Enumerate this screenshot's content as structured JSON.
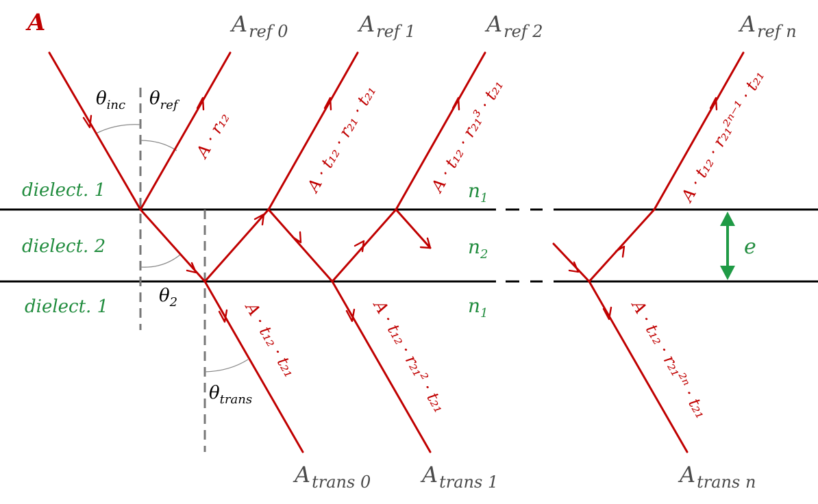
{
  "labels": {
    "incident": "A",
    "ref0_main": "A",
    "ref0_sub": "ref 0",
    "ref1_main": "A",
    "ref1_sub": "ref 1",
    "ref2_main": "A",
    "ref2_sub": "ref 2",
    "refn_main": "A",
    "refn_sub": "ref n",
    "trans0_main": "A",
    "trans0_sub": "trans 0",
    "trans1_main": "A",
    "trans1_sub": "trans 1",
    "transn_main": "A",
    "transn_sub": "trans n"
  },
  "angles": {
    "inc_main": "θ",
    "inc_sub": "inc",
    "ref_main": "θ",
    "ref_sub": "ref",
    "two_main": "θ",
    "two_sub": "2",
    "trans_main": "θ",
    "trans_sub": "trans"
  },
  "media": {
    "top_left": "dielect. 1",
    "middle_left": "dielect. 2",
    "bottom_left": "dielect. 1",
    "n_top": "n",
    "n_top_sub": "1",
    "n_mid": "n",
    "n_mid_sub": "2",
    "n_bot": "n",
    "n_bot_sub": "1",
    "thickness": "e"
  },
  "amplitudes": {
    "r12": "A · r₁₂",
    "ref1": "A · t₁₂ · r₂₁ · t₂₁",
    "ref2": "A · t₁₂ · r₂₁³ · t₂₁",
    "refn": "A · t₁₂ · r₂₁²ⁿ⁻¹ · t₂₁",
    "trans0": "A · t₁₂ · t₂₁",
    "trans1": "A · t₁₂ · r₂₁² · t₂₁",
    "transn": "A · t₁₂ · r₂₁²ⁿ · t₂₁"
  },
  "colors": {
    "beam": "#c00000",
    "interface": "#000000",
    "medium_label": "#218c3e",
    "amplitude_label": "#c00000",
    "output_label": "#4a4a4a"
  }
}
